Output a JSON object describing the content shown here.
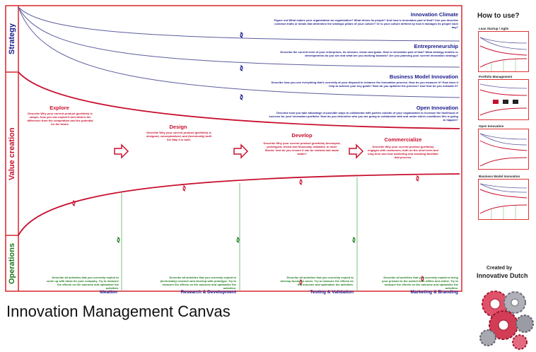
{
  "title": {
    "part1": "Innovation Management",
    "part2": "Canvas"
  },
  "side_labels": {
    "strategy": "Strategy",
    "value_creation": "Value creation",
    "operations": "Operations"
  },
  "strategy": [
    {
      "title": "Innovation Climate",
      "text": "Figure out What makes your organization an organization? What drives its people? And how is innovation part of that? Can you describe common traits or ideals that determine the strategic pillars of your culture? Or is your culture defined by how it manages its people each day?"
    },
    {
      "title": "Entrepreneurship",
      "text": "Describe the current level of your enterprises, its mission, vision and goals. How is innovation part of that? What strategy models or developments do you see and what are you working towards? Are you planning your current innovation strategy?"
    },
    {
      "title": "Business Model Innovation",
      "text": "Describe how you use everything that's currently at your disposal to enhance the innovation process. How do you measure it? How does it help to achieve your key goals? How do you optimize the process? And how do you evaluate it?"
    },
    {
      "title": "Open Innovation",
      "text": "Describe how you take advantage of possible ways to collaborate with parties outside of your organization to increase the likelihood of success for your innovation portfolio. How do you determine who you are going to collaborate with and under which conditions this is going to happen?"
    }
  ],
  "phases": [
    {
      "title": "Explore",
      "text": "Describe Why your current product (portfolio) is unique, how you can exploit it and what is the difference from the competition and the potential for the future."
    },
    {
      "title": "Design",
      "text": "Describe Why your current product (portfolio) is designed, conceptualized, and (technically) built the Way it is built."
    },
    {
      "title": "Develop",
      "text": "Describe Why your current product (portfolio) developed, prototyped, tested and financially validated. In other Words: how do you ensure it can be realized and made viable?"
    },
    {
      "title": "Commercialize",
      "text": "Describe Why your current product (portfolio) engages with customers, both on the short term and long term and how marketing and branding facilitate that process."
    }
  ],
  "operations": [
    {
      "title": "Ideation",
      "text": "Describe all activities that you currently exploit to come up with ideas for your company. Try to measure the effects on the outcome and optimalize the activities."
    },
    {
      "title": "Research & Development",
      "text": "Describe all activities that you currently exploit to (technically) research and develop with prototype. Try to measure the effects on the outcome and optimalize the activities."
    },
    {
      "title": "Testing & Validation",
      "text": "Describe all activities that you currently exploit to develop business cases. Try to measure the effects on the outcome and optimalize the activities."
    },
    {
      "title": "Marketing & Branding",
      "text": "Describe all activities that you currently exploit to bring your product to the market both offline and online. Try to measure the effects on the outcome and optimalize the activities."
    }
  ],
  "sidebar": {
    "heading": "How to use?",
    "thumbs": [
      {
        "label": "Lean Startup / Agile"
      },
      {
        "label": "Portfolio Management"
      },
      {
        "label": "Open Innovation"
      },
      {
        "label": "Business Model Innovation"
      }
    ],
    "credit_line1": "Created by",
    "credit_line2": "Innovative Dutch"
  },
  "colors": {
    "strategy": "#1a1a8c",
    "value": "#c8102e",
    "operations": "#1d7a1d",
    "frame": "#d7262d"
  }
}
